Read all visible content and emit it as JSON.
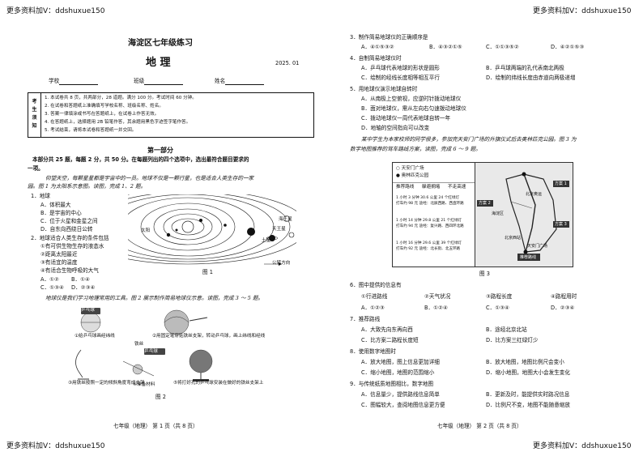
{
  "watermark": {
    "tl": "更多资料加V：ddshuxue150",
    "tr": "更多资料加V：ddshuxue150",
    "bl": "更多资料加V：ddshuxue150",
    "br": "更多资料加V：ddshuxue150"
  },
  "left": {
    "title": "海淀区七年级练习",
    "subject": "地    理",
    "date": "2025. 01",
    "fields": {
      "school": "学校",
      "class": "班级",
      "name": "姓名"
    },
    "notice_side": [
      "考",
      "生",
      "须",
      "知"
    ],
    "notice": [
      "1. 本试卷共 8 页，共两部分，28 道题。满分 100 分。考试时间 60 分钟。",
      "2. 在试卷和答题纸上准确填写学校名称、班级名称、姓名。",
      "3. 答案一律填涂或书写在答题纸上，在试卷上作答无效。",
      "4. 在答题纸上，选择题用 2B 铅笔作答，其余题用黑色字迹签字笔作答。",
      "5. 考试结束，请将本试卷和答题纸一并交回。"
    ],
    "part_title": "第一部分",
    "part_desc_1": "本部分共 25 题，每题 2 分，共 50 分。在每题列出的四个选项中，选出最符合题目要求的",
    "part_desc_2": "一项。",
    "intro_1": "仰望天空，每颗星星都是宇宙中的一员。地球不仅是一颗行星，也是适合人类生存的一家",
    "intro_2": "园。图 1 为太阳系示意图。读图，完成 1、2 题。",
    "q1": {
      "stem": "1．地球",
      "options": [
        "A．体积最大",
        "B．是宇宙的中心",
        "C．位于火星和金星之间",
        "D．自东向西绕日公转"
      ]
    },
    "q2": {
      "stem": "2．地球适合人类生存的条件包括",
      "items": [
        "①有可供生物生存的液态水",
        "②距离太阳最近",
        "③有适宜的温度",
        "④有适合生物呼吸的大气"
      ],
      "options": [
        "A．①②",
        "B．①④",
        "C．①③④",
        "D．②③④"
      ]
    },
    "fig1": {
      "caption": "图 1",
      "labels": {
        "sun": "太阳",
        "saturn": "土星",
        "uranus": "天王星",
        "neptune": "海王星",
        "direction": "公转方向"
      }
    },
    "intro_3": "地球仪是我们学习地理常用的工具。图 2 展示制作简易地球仪示意。读图，完成 3 ～ 5 题。",
    "fig2": {
      "caption": "图 2",
      "labels": {
        "s1": "①给乒乓球画经纬线",
        "s2": "②用固定笔穿贴铁丝支架，转动乒乓球，画上纬线和经线",
        "s3": "③用铁丝按照一定的倾斜角度弯成支架",
        "s4": "④准备材料",
        "s5": "⑤将打好孔的乒乓球安装在做好的铁丝支架上",
        "tag1": "乒乓球",
        "tag2": "铁丝",
        "tag3": "乒乓球"
      }
    },
    "footer": "七年级（地理）   第 1 页（共 8 页）"
  },
  "right": {
    "q3": {
      "stem": "3．制作简易地球仪的正确顺序是",
      "options": [
        "A．④①⑤③②",
        "B．④③②①⑤",
        "C．①①③⑤②",
        "D．④②①⑤③"
      ]
    },
    "q4": {
      "stem": "4．自制简易地球仪时",
      "options": [
        "A．乒乓球代表地球的形状是圆形",
        "B．乒乓球两端的孔代表南北两极",
        "C．绘制的经线长度相等相互平行",
        "D．绘制的纬线长度由赤道向两极递增"
      ]
    },
    "q5": {
      "stem": "5．用地球仪演示地球自转时",
      "options": [
        "A．从南极上空俯视，应逆时针拨动地球仪",
        "B．面对地球仪，需从左向右匀速拨动地球仪",
        "C．拨动地球仪一周代表地球自转一年",
        "D．地轴的空间指向可以改变"
      ]
    },
    "intro_4_1": "某中学生为本家校师的同学很多，参加完天安门广场的升旗仪式后去奥林匹克公园。图 3 为",
    "intro_4_2": "数字地图推荐的驾车路线方案，读图，完成 6 ～ 9 题。",
    "fig3": {
      "caption": "图 3",
      "from": "天安门广场",
      "to": "奥林匹克公园",
      "tabs": [
        "推荐路线",
        "躲避拥堵",
        "不走高速"
      ],
      "route1": [
        "1 小时 3 分钟  30.6 公里  24 个红绿灯",
        "打车约 98 元  途经：北辰西路、西直环路"
      ],
      "route2": [
        "1 小时 14 分钟  29.8 公里  21 个红绿灯",
        "打车约 94 元  途经：复兴路、西四环北路"
      ],
      "route3": [
        "1 小时 16 分钟  29.6 公里  39 个红绿灯",
        "打车约 92 元  途经：北长街、北五环路"
      ],
      "map_labels": [
        "方案 1",
        "方案 2",
        "方案 3",
        "推荐路线",
        "北京奥运",
        "海淀区",
        "北京西站",
        "天安门广场"
      ]
    },
    "q6": {
      "stem": "6．图中提供的信息有",
      "items": [
        "①行进路线",
        "②天气状况",
        "③路程长度",
        "④路程用时"
      ],
      "options": [
        "A．①②③",
        "B．①②④",
        "C．①③④",
        "D．②③④"
      ]
    },
    "q7": {
      "stem": "7．推荐路线",
      "options": [
        "A．大致先向东再向西",
        "B．途经北京北站",
        "C．比方案二路程长度短",
        "D．比方案三红绿灯少"
      ]
    },
    "q8": {
      "stem": "8．使用数字地图时",
      "options": [
        "A．放大地图，图上信息更加详细",
        "B．放大地图，地图比例尺会变小",
        "C．缩小地图，地图的范围缩小",
        "D．缩小地图，地图大小会发生变化"
      ]
    },
    "q9": {
      "stem": "9．与传统纸质地图相比，数字地图",
      "options": [
        "A．信息量少，提供路线信息简单",
        "B．更新及时，能提供实时路况信息",
        "C．图幅较大，查阅地图信息更方便",
        "D．比例尺不变，地图不能随意缩放"
      ]
    },
    "footer": "七年级（地理）   第 2 页（共 8 页）"
  }
}
